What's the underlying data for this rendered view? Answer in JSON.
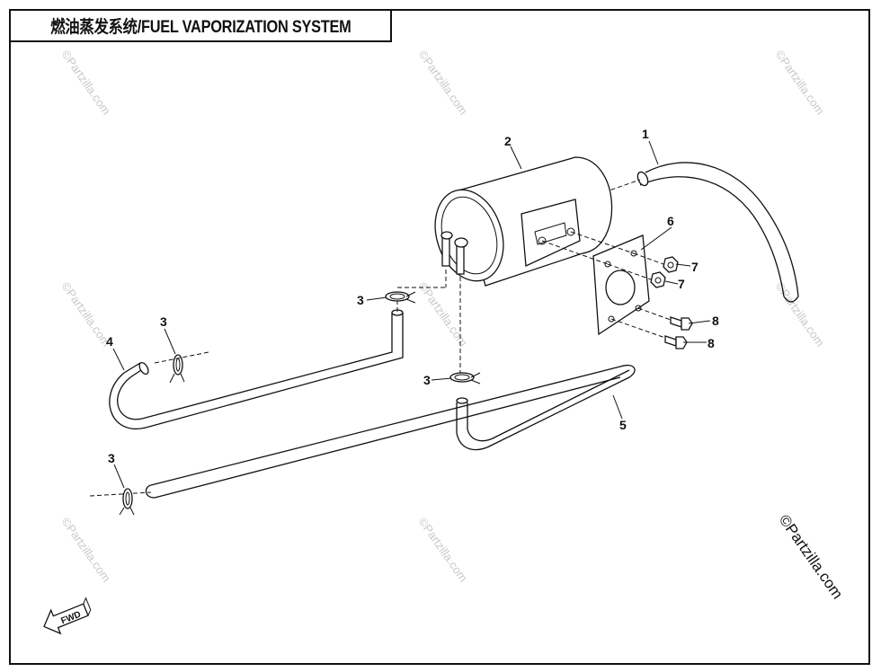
{
  "title": "燃油蒸发系统/FUEL VAPORIZATION SYSTEM",
  "callouts": {
    "c1": "1",
    "c2": "2",
    "c3a": "3",
    "c3b": "3",
    "c3c": "3",
    "c3d": "3",
    "c4": "4",
    "c5": "5",
    "c6": "6",
    "c7a": "7",
    "c7b": "7",
    "c8a": "8",
    "c8b": "8"
  },
  "watermark": "©Partzilla.com",
  "copyright": "©Partzilla.com",
  "fwd_label": "FWD"
}
